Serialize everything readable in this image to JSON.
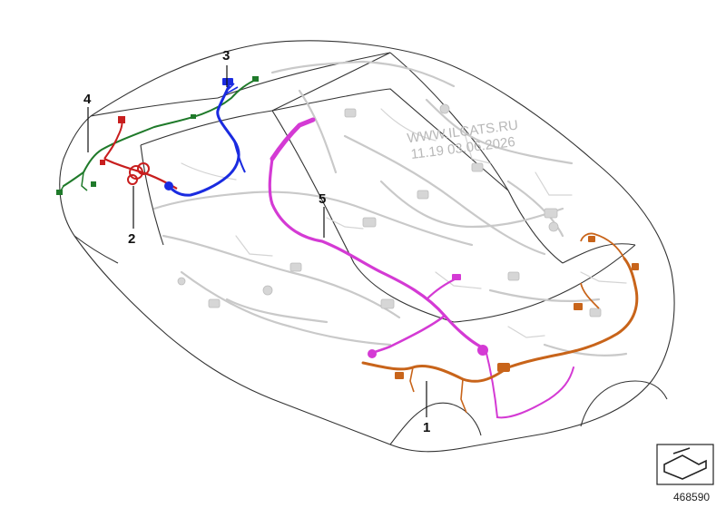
{
  "diagram": {
    "callouts": [
      {
        "id": "1",
        "label": "1",
        "color_name": "orange-harness"
      },
      {
        "id": "2",
        "label": "2",
        "color_name": "red-harness"
      },
      {
        "id": "3",
        "label": "3",
        "color_name": "blue-harness"
      },
      {
        "id": "4",
        "label": "4",
        "color_name": "green-harness"
      },
      {
        "id": "5",
        "label": "5",
        "color_name": "magenta-harness"
      }
    ],
    "watermark_line1": "WWW.ILCATS.RU",
    "watermark_line2": "11.19 03.06.2026",
    "document_number": "468590",
    "orientation_icon": "vehicle-orientation-icon"
  },
  "colors": {
    "orange": "#c8641a",
    "red": "#c81e1e",
    "blue": "#1a2be0",
    "green": "#1f7a2a",
    "magenta": "#d43ad4",
    "grey": "#c9c9c9",
    "outline": "#333333"
  }
}
